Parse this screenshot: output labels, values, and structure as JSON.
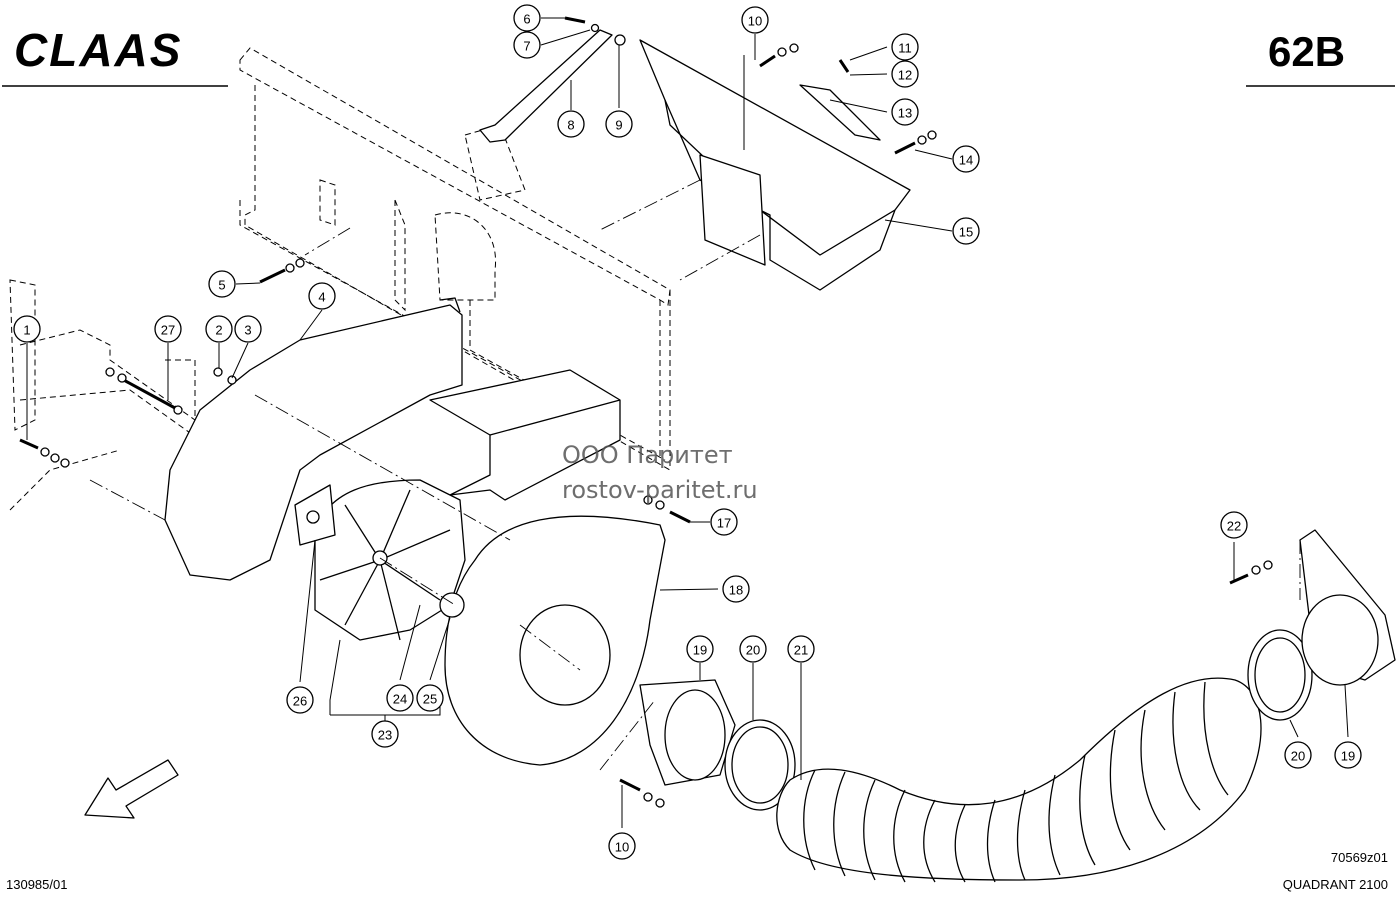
{
  "header": {
    "logo": "CLAAS",
    "sheet_number": "62B"
  },
  "footer": {
    "date_code": "130985/01",
    "drawing_number": "70569z01",
    "model": "QUADRANT 2100"
  },
  "watermark": {
    "line1": "ООО Паритет",
    "line2": "rostov-paritet.ru"
  },
  "callouts": [
    "1",
    "2",
    "3",
    "4",
    "5",
    "6",
    "7",
    "8",
    "9",
    "10",
    "11",
    "12",
    "13",
    "14",
    "15",
    "17",
    "18",
    "19",
    "20",
    "21",
    "22",
    "23",
    "24",
    "25",
    "26",
    "27",
    "10",
    "20",
    "19"
  ],
  "icons": {
    "direction_arrow": "direction-arrow-icon"
  }
}
